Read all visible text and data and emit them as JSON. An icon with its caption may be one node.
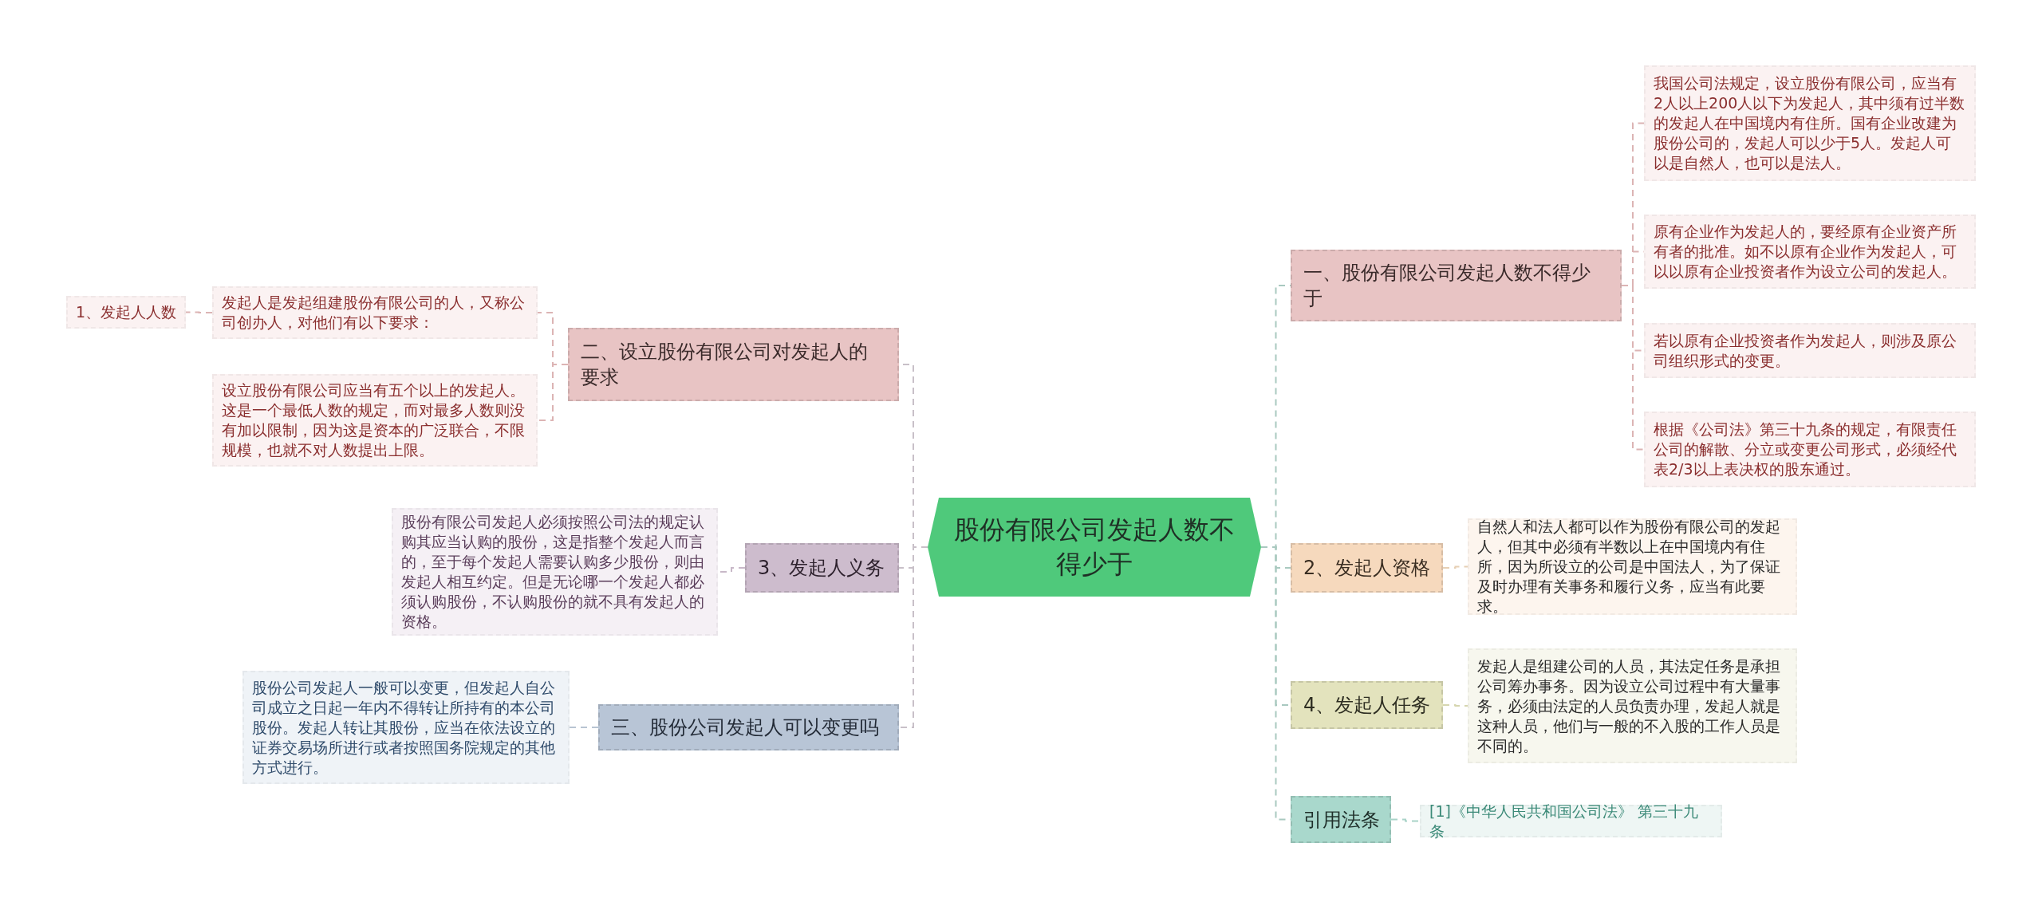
{
  "diagram": {
    "nodes": [
      {
        "text": [
          "股份有限公司发起人数不得少于"
        ]
      },
      {
        "text": [
          "一、股份有限公司发起人数不得少于"
        ]
      },
      {
        "text": [
          "我国公司法规定，设立股份有限公司，应当有2人以上200人以下为发起人，其中须有过半数的发起人在中国境内有住所。国有企业改建为股份公司的，发起人可以少于5人。发起人可以是自然人，也可以是法人。"
        ]
      },
      {
        "text": [
          "原有企业作为发起人的，要经原有企业资产所有者的批准。如不以原有企业作为发起人，可以以原有企业投资者作为设立公司的发起人。"
        ]
      },
      {
        "text": [
          "若以原有企业投资者作为发起人，则涉及原公司组织形式的变更。"
        ]
      },
      {
        "text": [
          "根据《公司法》第三十九条的规定，有限责任公司的解散、分立或变更公司形式，必须经代表2/3以上表决权的股东通过。"
        ]
      },
      {
        "text": [
          "2、发起人资格"
        ]
      },
      {
        "text": [
          "自然人和法人都可以作为股份有限公司的发起人，但其中必须有半数以上在中国境内有住所，因为所设立的公司是中国法人，为了保证及时办理有关事务和履行义务，应当有此要求。"
        ]
      },
      {
        "text": [
          "4、发起人任务"
        ]
      },
      {
        "text": [
          "发起人是组建公司的人员，其法定任务是承担公司筹办事务。因为设立公司过程中有大量事务，必须由法定的人员负责办理，发起人就是这种人员，他们与一般的不入股的工作人员是不同的。"
        ]
      },
      {
        "text": [
          "引用法条"
        ]
      },
      {
        "text": [
          "[1]《中华人民共和国公司法》 第三十九条"
        ]
      },
      {
        "text": [
          "二、设立股份有限公司对发起人的要求"
        ]
      },
      {
        "text": [
          "发起人是发起组建股份有限公司的人，又称公司创办人，对他们有以下要求："
        ]
      },
      {
        "text": [
          "1、发起人人数"
        ]
      },
      {
        "text": [
          "设立股份有限公司应当有五个以上的发起人。这是一个最低人数的规定，而对最多人数则没有加以限制，因为这是资本的广泛联合，不限规模，也就不对人数提出上限。"
        ]
      },
      {
        "text": [
          "3、发起人义务"
        ]
      },
      {
        "text": [
          "股份有限公司发起人必须按照公司法的规定认购其应当认购的股份，这是指整个发起人而言的，至于每个发起人需要认购多少股份，则由发起人相互约定。但是无论哪一个发起人都必须认购股份，不认购股份的就不具有发起人的资格。"
        ]
      },
      {
        "text": [
          "三、股份公司发起人可以变更吗"
        ]
      },
      {
        "text": [
          "股份公司发起人一般可以变更，但发起人自公司成立之日起一年内不得转让所持有的本公司股份。发起人转让其股份，应当在依法设立的证券交易场所进行或者按照国务院规定的其他方式进行。"
        ]
      }
    ],
    "edges": [
      {
        "from": 0,
        "to": 1,
        "arrow": "none",
        "color": "#a9c9c0"
      },
      {
        "from": 1,
        "to": 2,
        "arrow": "none",
        "color": "#dcb4b4"
      },
      {
        "from": 1,
        "to": 3,
        "arrow": "none",
        "color": "#dcb4b4"
      },
      {
        "from": 1,
        "to": 4,
        "arrow": "none",
        "color": "#dcb4b4"
      },
      {
        "from": 1,
        "to": 5,
        "arrow": "none",
        "color": "#dcb4b4"
      },
      {
        "from": 0,
        "to": 6,
        "arrow": "none",
        "color": "#a9c9c0"
      },
      {
        "from": 6,
        "to": 7,
        "arrow": "none",
        "color": "#e6cfb4"
      },
      {
        "from": 0,
        "to": 8,
        "arrow": "none",
        "color": "#a9c9c0"
      },
      {
        "from": 8,
        "to": 9,
        "arrow": "none",
        "color": "#d6d6b0"
      },
      {
        "from": 0,
        "to": 10,
        "arrow": "none",
        "color": "#a9c9c0"
      },
      {
        "from": 10,
        "to": 11,
        "arrow": "none",
        "color": "#a9d3c8"
      },
      {
        "from": 0,
        "to": 12,
        "arrow": "none",
        "color": "#c8c0c8"
      },
      {
        "from": 12,
        "to": 13,
        "arrow": "none",
        "color": "#dcb4b4"
      },
      {
        "from": 13,
        "to": 14,
        "arrow": "none",
        "color": "#dcb4b4"
      },
      {
        "from": 12,
        "to": 15,
        "arrow": "none",
        "color": "#dcb4b4"
      },
      {
        "from": 0,
        "to": 16,
        "arrow": "none",
        "color": "#c8c0c8"
      },
      {
        "from": 16,
        "to": 17,
        "arrow": "none",
        "color": "#c8b8c8"
      },
      {
        "from": 0,
        "to": 18,
        "arrow": "none",
        "color": "#c8c0c8"
      },
      {
        "from": 18,
        "to": 19,
        "arrow": "none",
        "color": "#b8c4d2"
      }
    ]
  }
}
